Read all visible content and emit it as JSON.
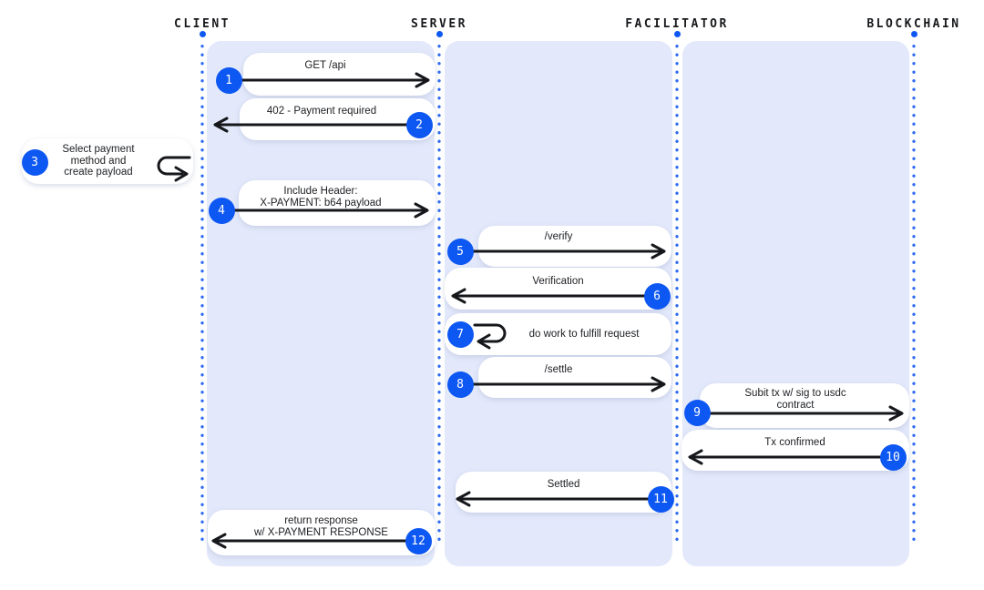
{
  "diagram": {
    "type": "sequence",
    "accent_color": "#0d57f2",
    "panel_color": "#e3e9fb",
    "arrow_color": "#15171b"
  },
  "lifelines": [
    {
      "label": "CLIENT"
    },
    {
      "label": "SERVER"
    },
    {
      "label": "FACILITATOR"
    },
    {
      "label": "BLOCKCHAIN"
    }
  ],
  "messages": [
    {
      "number": "1",
      "label": "GET /api",
      "from": "CLIENT",
      "to": "SERVER",
      "type": "arrow-right"
    },
    {
      "number": "2",
      "label": "402 - Payment required",
      "from": "SERVER",
      "to": "CLIENT",
      "type": "arrow-left"
    },
    {
      "number": "3",
      "label": "Select payment\nmethod and\ncreate payload",
      "from": "CLIENT",
      "to": "CLIENT",
      "type": "self-loop"
    },
    {
      "number": "4",
      "label": "Include Header:\nX-PAYMENT: b64 payload",
      "from": "CLIENT",
      "to": "SERVER",
      "type": "arrow-right"
    },
    {
      "number": "5",
      "label": "/verify",
      "from": "SERVER",
      "to": "FACILITATOR",
      "type": "arrow-right"
    },
    {
      "number": "6",
      "label": "Verification",
      "from": "FACILITATOR",
      "to": "SERVER",
      "type": "arrow-left"
    },
    {
      "number": "7",
      "label": "do work to fulfill request",
      "from": "SERVER",
      "to": "SERVER",
      "type": "self-loop"
    },
    {
      "number": "8",
      "label": "/settle",
      "from": "SERVER",
      "to": "FACILITATOR",
      "type": "arrow-right"
    },
    {
      "number": "9",
      "label": "Subit tx w/ sig to usdc\ncontract",
      "from": "FACILITATOR",
      "to": "BLOCKCHAIN",
      "type": "arrow-right"
    },
    {
      "number": "10",
      "label": "Tx confirmed",
      "from": "BLOCKCHAIN",
      "to": "FACILITATOR",
      "type": "arrow-left"
    },
    {
      "number": "11",
      "label": "Settled",
      "from": "FACILITATOR",
      "to": "SERVER",
      "type": "arrow-left"
    },
    {
      "number": "12",
      "label": "return response\nw/ X-PAYMENT RESPONSE",
      "from": "SERVER",
      "to": "CLIENT",
      "type": "arrow-left"
    }
  ],
  "icons": {
    "self_loop": "u-turn-arrow",
    "message": "solid-arrow"
  }
}
